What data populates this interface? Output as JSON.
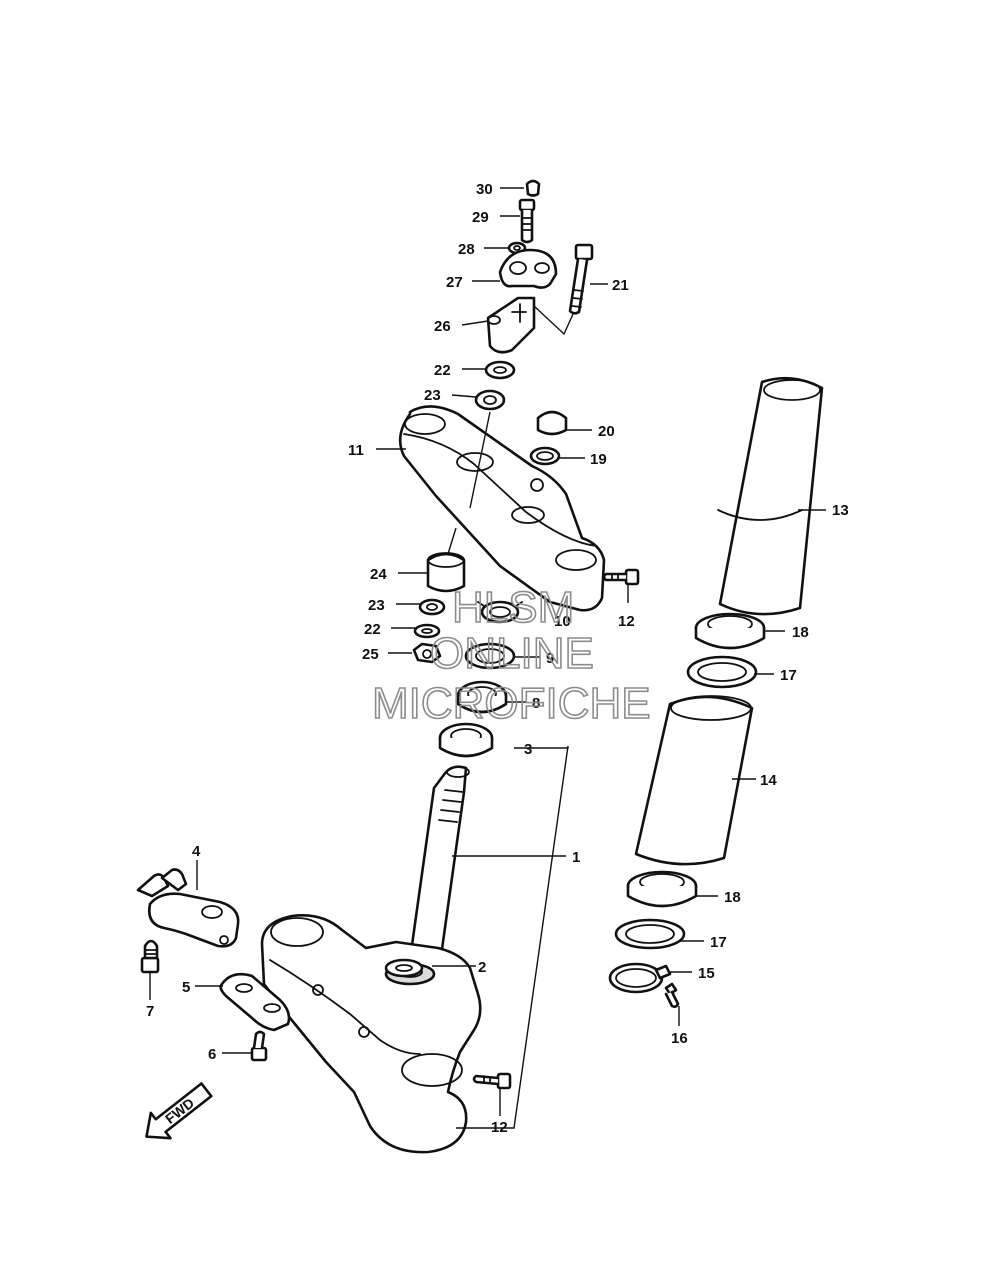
{
  "callouts": {
    "c30": "30",
    "c29": "29",
    "c28": "28",
    "c27": "27",
    "c21": "21",
    "c26": "26",
    "c22a": "22",
    "c23a": "23",
    "c20": "20",
    "c11": "11",
    "c19": "19",
    "c13": "13",
    "c24": "24",
    "c12a": "12",
    "c23b": "23",
    "c10": "10",
    "c18a": "18",
    "c22b": "22",
    "c9": "9",
    "c17a": "17",
    "c25": "25",
    "c8": "8",
    "c3": "3",
    "c14": "14",
    "c1": "1",
    "c4": "4",
    "c18b": "18",
    "c17b": "17",
    "c2": "2",
    "c15": "15",
    "c5": "5",
    "c7": "7",
    "c16": "16",
    "c6": "6",
    "c12b": "12"
  },
  "watermark": {
    "line1": "HLSM",
    "line2": "ONLINE",
    "line3": "MICROFICHE"
  },
  "direction_arrow": {
    "label": "FWD",
    "icon": "fwd-arrow-icon"
  }
}
